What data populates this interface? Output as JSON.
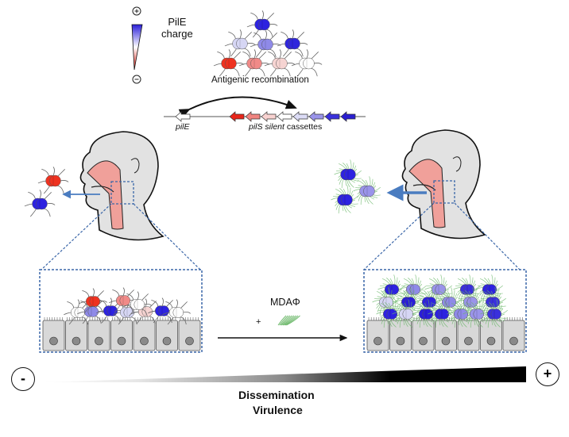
{
  "legend": {
    "title_line1": "PilE",
    "title_line2": "charge",
    "top_symbol": "+",
    "bottom_symbol": "-",
    "positive_color": "#2a1ed8",
    "neutral_color": "#ffffff",
    "negative_color": "#e8251a"
  },
  "recombination": {
    "label": "Antigenic recombination",
    "bacteria_colors": [
      "#2d22e0",
      "#d6d6f4",
      "#8f8ae8",
      "#3026dc",
      "#ee3220",
      "#f08a88",
      "#f6d4d2",
      "#ffffff"
    ]
  },
  "locus": {
    "pile_label": "pilE",
    "pils_label_italic": "pilS silent",
    "pils_label_rest": " cassettes",
    "pile_color": "#ffffff",
    "cassette_colors": [
      "#e8251a",
      "#f08480",
      "#f8d2d0",
      "#ffffff",
      "#dcdcf6",
      "#9a94ea",
      "#3a30dc",
      "#2a1ed0"
    ]
  },
  "left_scene": {
    "expelled_colors": [
      "#ee3220",
      "#2d22e0"
    ],
    "colonized_colors": [
      "#ffffff",
      "#8f8ae8",
      "#ee3220",
      "#2d22e0",
      "#d6d6f4",
      "#f08a88",
      "#f6d4d2",
      "#2d22e0",
      "#ffffff",
      "#ffffff"
    ]
  },
  "right_scene": {
    "expelled_colors": [
      "#2d22e0",
      "#9a94ea",
      "#2d22e0"
    ],
    "biofilm_color": "#6cb86a"
  },
  "transition": {
    "label": "MDAΦ",
    "plus": "+"
  },
  "gradient_bar": {
    "left_symbol": "-",
    "right_symbol": "+",
    "label_line1": "Dissemination",
    "label_line2": "Virulence"
  },
  "colors": {
    "airway": "#f0a09a",
    "head_fill": "#e2e2e2",
    "dash_box": "#3a66a8",
    "arrow_blue": "#4a7cc0",
    "cell_fill": "#d8d8d8",
    "nucleus": "#8a8a8a"
  }
}
